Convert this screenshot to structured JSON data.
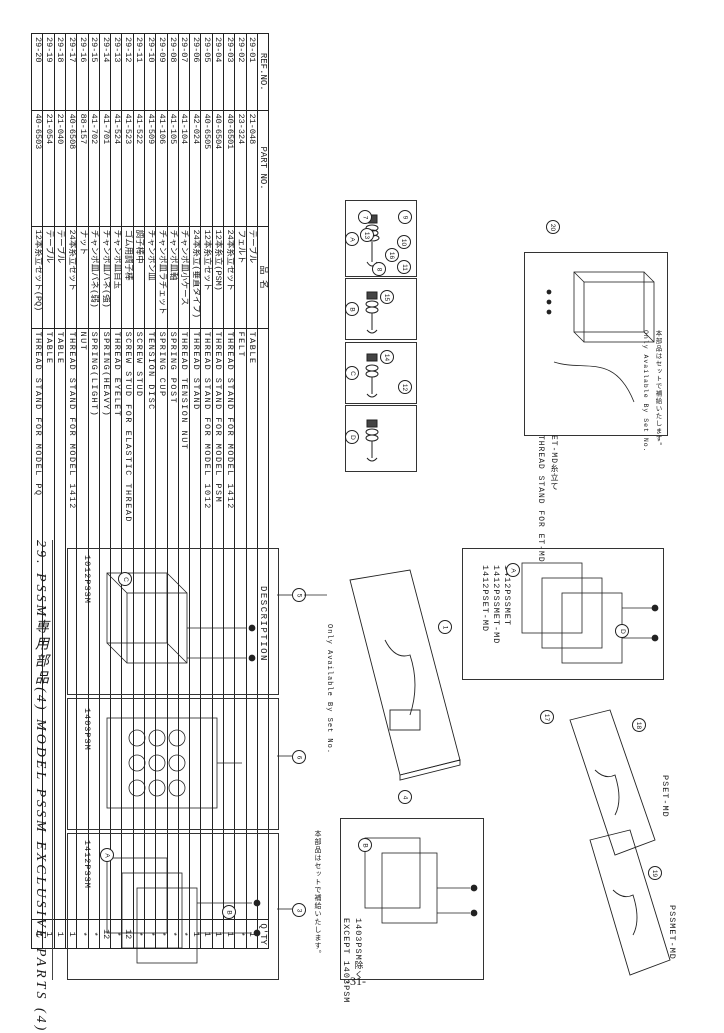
{
  "section": {
    "title": "29. PSSM専用部品(4)   MODEL PSSM EXCLUSIVE PARTS (4)"
  },
  "page_number": "-31-",
  "table": {
    "headers": {
      "ref": "REF.NO.",
      "part": "PART NO.",
      "jp": "品 名",
      "desc": "DESCRIPTION",
      "qty": "Q'TY"
    },
    "rows": [
      {
        "ref": "29-01",
        "part": "21-048",
        "jp": "テーブル",
        "desc": "TABLE",
        "qty": "1"
      },
      {
        "ref": "29-02",
        "part": "23-324",
        "jp": "フェルト",
        "desc": "FELT",
        "qty": "*"
      },
      {
        "ref": "29-03",
        "part": "40-6501",
        "jp": "24本糸立セット",
        "desc": "THREAD STAND FOR MODEL 1412",
        "qty": "1"
      },
      {
        "ref": "29-04",
        "part": "40-6504",
        "jp": "12本糸立(PSM)",
        "desc": "THREAD STAND FOR MODEL PSM",
        "qty": "1"
      },
      {
        "ref": "29-05",
        "part": "40-6505",
        "jp": "12本糸立セット",
        "desc": "THREAD STAND FOR MODEL 1012",
        "qty": "1"
      },
      {
        "ref": "29-06",
        "part": "42-024",
        "jp": "24本糸立(垂直タイプ)",
        "desc": "THREAD STAND",
        "qty": "1"
      },
      {
        "ref": "29-07",
        "part": "41-104",
        "jp": "チャンポ皿小ケース",
        "desc": "THREAD TENSION NUT",
        "qty": "*"
      },
      {
        "ref": "29-08",
        "part": "41-105",
        "jp": "チャンポ皿軸",
        "desc": "SPRING POST",
        "qty": "*"
      },
      {
        "ref": "29-09",
        "part": "41-106",
        "jp": "チャンポ皿ラチェット",
        "desc": "SPRING CUP",
        "qty": "*"
      },
      {
        "ref": "29-10",
        "part": "41-509",
        "jp": "チャンポン皿",
        "desc": "TENSION DISC",
        "qty": "*"
      },
      {
        "ref": "29-11",
        "part": "41-522",
        "jp": "調子棒中",
        "desc": "SCREW STUD",
        "qty": "*"
      },
      {
        "ref": "29-12",
        "part": "41-523",
        "jp": "ゴム用調子棒",
        "desc": "SCREW STUD FOR ELASTIC THREAD",
        "qty": "12"
      },
      {
        "ref": "29-13",
        "part": "41-524",
        "jp": "チャンポ皿目玉",
        "desc": "THREAD EYELET",
        "qty": "*"
      },
      {
        "ref": "29-14",
        "part": "41-701",
        "jp": "チャンポ皿バネ(強)",
        "desc": "SPRING(HEAVY)",
        "qty": "12"
      },
      {
        "ref": "29-15",
        "part": "41-702",
        "jp": "チャンポ皿バネ(弱)",
        "desc": "SPRING(LIGHT)",
        "qty": "*"
      },
      {
        "ref": "29-16",
        "part": "88-157",
        "jp": "ナット",
        "desc": "NUT",
        "qty": "*"
      },
      {
        "ref": "29-17",
        "part": "40-6508",
        "jp": "24本糸立セット",
        "desc": "THREAD STAND FOR MODEL 1412",
        "qty": "1"
      },
      {
        "ref": "29-18",
        "part": "21-040",
        "jp": "テーブル",
        "desc": "TABLE",
        "qty": "1"
      },
      {
        "ref": "29-19",
        "part": "21-054",
        "jp": "テーブル",
        "desc": "TABLE",
        "qty": "1"
      },
      {
        "ref": "29-20",
        "part": "40-6503",
        "jp": "12本糸立セット(PQ)",
        "desc": "THREAD STAND FOR MODEL PQ",
        "qty": "1"
      }
    ]
  },
  "diagrams": {
    "model_1412pssm": "1412PSSM",
    "model_1403psm": "1403PSM",
    "model_1012pssm": "1012PSSM",
    "model_1412pssmet": "1412PSSMET",
    "model_1412pssmet_md": "1412PSSMET-MD",
    "model_1412pset_md": "1412PSET-MD",
    "except_jp": "1403PSM除く",
    "except_en": "EXCEPT 1403PSM",
    "set_note_jp": "本部品はセットで補給いたします。",
    "set_note_en": "Only Available By Set No.",
    "pset_md": "PSET-MD",
    "pssmet_md": "PSSMET-MD",
    "et_md_jp": "ET-MD糸立て",
    "et_md_en": "THREAD STAND FOR ET-MD",
    "callouts": {
      "A": "A",
      "B": "B",
      "C": "C",
      "D": "D",
      "n1": "1",
      "n3": "3",
      "n4": "4",
      "n5": "5",
      "n6": "6",
      "n7": "7",
      "n8": "8",
      "n9": "9",
      "n10": "10",
      "n11": "11",
      "n12": "12",
      "n13": "13",
      "n14": "14",
      "n15": "15",
      "n16": "16",
      "n17": "17",
      "n18": "18",
      "n19": "19",
      "n20": "20"
    }
  }
}
